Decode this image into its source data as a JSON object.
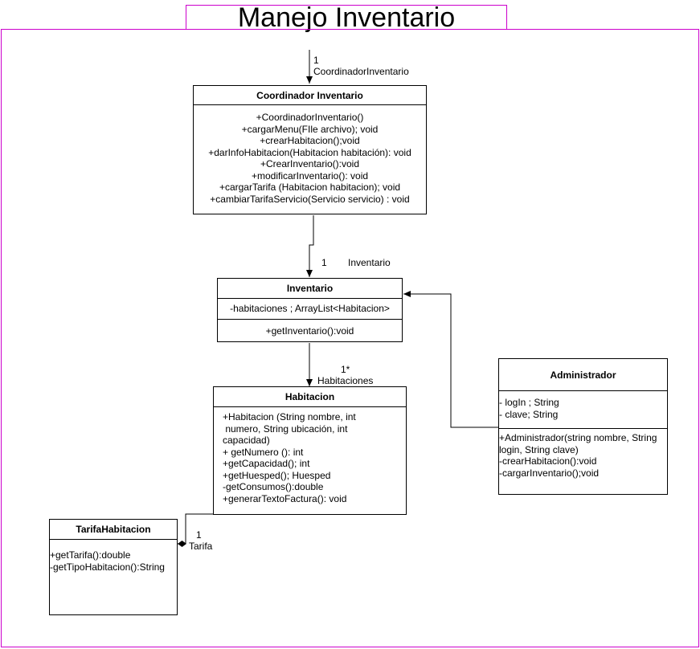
{
  "title": "Manejo Inventario",
  "colors": {
    "frame": "#cc00cc",
    "line": "#000000"
  },
  "coordinador": {
    "name": "Coordinador Inventario",
    "methods": [
      "+CoordinadorInventario()",
      "+cargarMenu(FIle archivo); void",
      "+crearHabitacion();void",
      "+darInfoHabitacion(Habitacion habitación): void",
      "+CrearInventario():void",
      "+modificarInventario(): void",
      "+cargarTarifa (Habitacion habitacion); void",
      "+cambiarTarifaServicio(Servicio servicio) : void"
    ]
  },
  "inventario": {
    "name": "Inventario",
    "attributes": [
      "-habitaciones ; ArrayList<Habitacion>"
    ],
    "methods": [
      "+getInventario():void"
    ]
  },
  "habitacion": {
    "name": "Habitacion",
    "methods": [
      "+Habitacion (String nombre, int",
      " numero, String ubicación, int",
      "capacidad)",
      "+ getNumero (): int",
      "+getCapacidad(); int",
      "+getHuesped(); Huesped",
      "-getConsumos():double",
      "+generarTextoFactura(): void"
    ]
  },
  "administrador": {
    "name": "Administrador",
    "attributes": [
      "- logIn ; String",
      "- clave; String"
    ],
    "methods": [
      "+Administrador(string nombre, String",
      "login, String clave)",
      "-crearHabitacion():void",
      "-cargarInventario();void"
    ]
  },
  "tarifa": {
    "name": "TarifaHabitacion",
    "methods": [
      "+getTarifa():double",
      "-getTipoHabitacion():String"
    ]
  },
  "labels": {
    "coordinador_mult": "1",
    "coordinador_role": "CoordinadorInventario",
    "inventario_mult": "1",
    "inventario_role": "Inventario",
    "habitaciones_mult": "1*",
    "habitaciones_role": "Habitaciones",
    "tarifa_mult": "1",
    "tarifa_role": "Tarifa"
  }
}
